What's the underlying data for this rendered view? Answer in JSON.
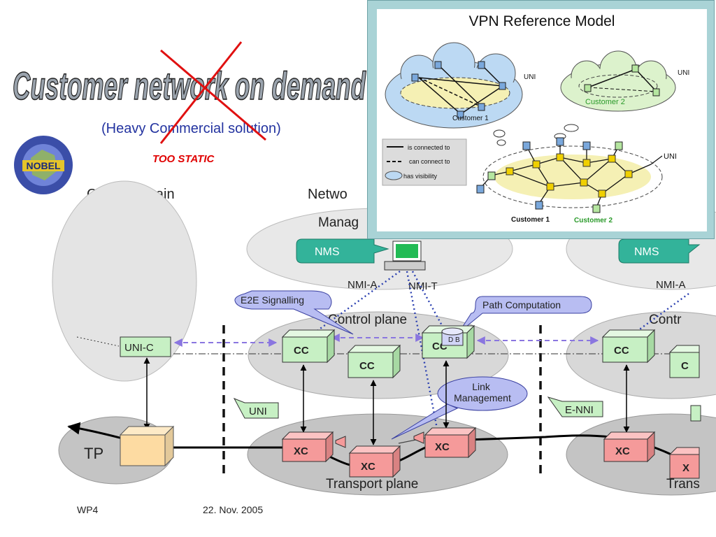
{
  "slide": {
    "title": "Customer network on demand",
    "subtitle": "(Heavy Commercial solution)",
    "verdict": "TOO STATIC",
    "logo_text": "NOBEL",
    "footer_left": "WP4",
    "footer_date": "22. Nov. 2005"
  },
  "diagram": {
    "client_domain": "Client Domain",
    "network_domain": "Netwo",
    "management": "Manag",
    "nms_1": "NMS",
    "nms_2": "NMS",
    "nmi_a_1": "NMI-A",
    "nmi_t": "NMI-T",
    "nmi_a_2": "NMI-A",
    "e2e_signalling": "E2E Signalling",
    "path_computation": "Path Computation",
    "control_plane_1": "Control plane",
    "control_plane_2": "Contr",
    "uni_c": "UNI-C",
    "cc_1": "CC",
    "cc_2": "CC",
    "cc_3": "CC",
    "cc_4": "CC",
    "cc_5": "C",
    "db": "D B",
    "uni": "UNI",
    "e_nni": "E-NNI",
    "link_management": "Link Management",
    "tp": "TP",
    "xc_1": "XC",
    "xc_2": "XC",
    "xc_3": "XC",
    "xc_4": "XC",
    "xc_5": "X",
    "transport_plane_1": "Transport plane",
    "transport_plane_2": "Trans"
  },
  "inset": {
    "title": "VPN Reference Model",
    "legend_connected": "is connected to",
    "legend_can_connect": "can connect to",
    "legend_visibility": "has visibility",
    "cloud1_customer": "Customer 1",
    "cloud2_customer": "Customer 2",
    "uni_1": "UNI",
    "uni_2": "UNI",
    "uni_3": "UNI",
    "bottom_customer1": "Customer 1",
    "bottom_customer2": "Customer 2"
  },
  "colors": {
    "title_fill": "#9aa3ad",
    "subtitle": "#2333a0",
    "verdict": "#e00000",
    "cross": "#e01010",
    "cc_fill": "#c7f0c4",
    "xc_fill": "#f59a9a",
    "callout_blue": "#b8bdf2",
    "nms_fill": "#33b39a",
    "inset_frame": "#a9d3d6",
    "customer2_green": "#2a9a2a"
  }
}
